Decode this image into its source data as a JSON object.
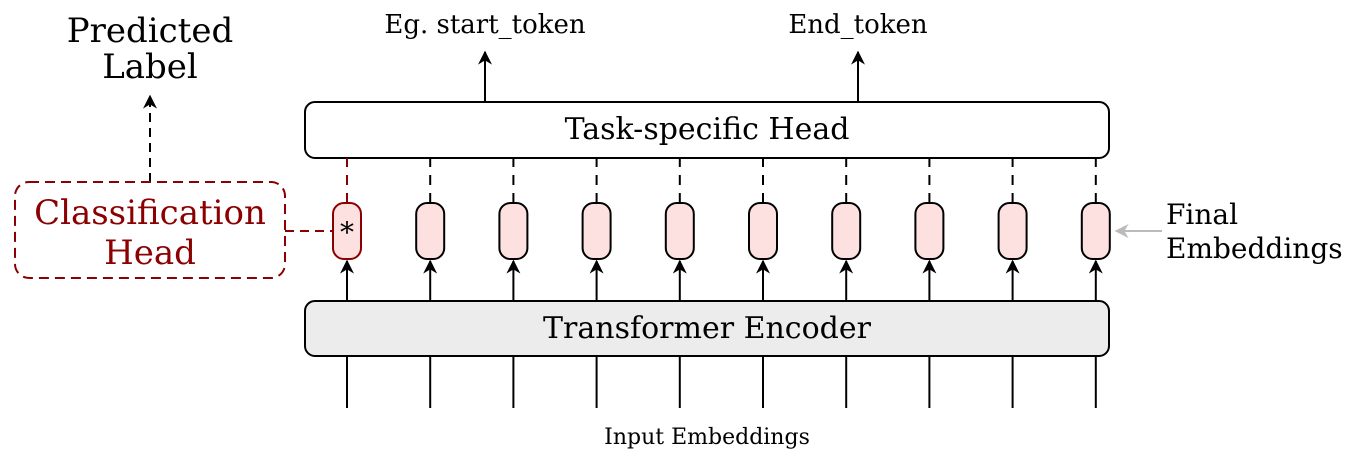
{
  "predicted_label": {
    "line1": "Predicted",
    "line2": "Label"
  },
  "outputs": {
    "start": "Eg. start_token",
    "end": "End_token"
  },
  "task_head": {
    "label": "Task-specific Head"
  },
  "classification_head": {
    "line1": "Classification",
    "line2": "Head",
    "color": "#8b0000"
  },
  "final_embeddings": {
    "line1": "Final",
    "line2": "Embeddings",
    "token_marker": "*",
    "token_count": 10,
    "fill": "#fde0e0"
  },
  "encoder": {
    "label": "Transformer Encoder",
    "fill": "#ececec"
  },
  "input_label": "Input Embeddings",
  "colors": {
    "ink": "#000000",
    "classification": "#8b0000",
    "pointer": "#bbbbbb"
  }
}
